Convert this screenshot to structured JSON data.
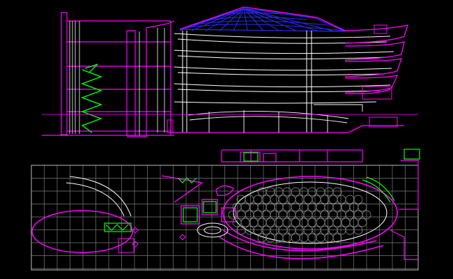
{
  "drawing": {
    "background": "#000000",
    "colors": {
      "outline": "#ff00ff",
      "linework": "#ffffff",
      "grid": "#8a8a8a",
      "roof": "#1a1aff",
      "stair": "#00ff00"
    },
    "views": [
      {
        "name": "building-section",
        "kind": "section elevation"
      },
      {
        "name": "ground-floor-plan",
        "kind": "floor plan"
      }
    ]
  }
}
